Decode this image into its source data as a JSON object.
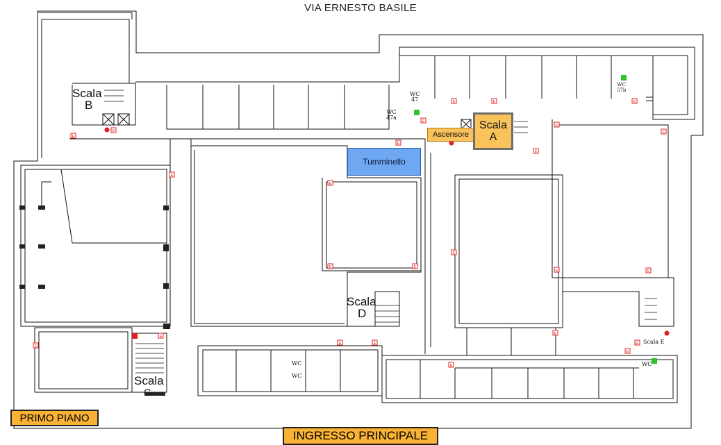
{
  "street_label": "VIA ERNESTO BASILE",
  "floor_label": "PRIMO PIANO",
  "entrance_label": "INGRESSO PRINCIPALE",
  "highlighted_room": "Tumminello",
  "elevator_label": "Ascensore",
  "stairs": {
    "a": {
      "word": "Scala",
      "letter": "A"
    },
    "b": {
      "word": "Scala",
      "letter": "B"
    },
    "c": {
      "word": "Scala",
      "letter": "C"
    },
    "d": {
      "word": "Scala",
      "letter": "D"
    },
    "e": "Scala E"
  },
  "restrooms": {
    "wc47": {
      "label": "WC",
      "number": "47"
    },
    "wc47a": {
      "label": "WC",
      "number": "47a"
    },
    "wc57b": {
      "label": "WC",
      "number": "57b"
    },
    "wc_south_1": "WC",
    "wc_south_2": "WC",
    "wc_east": "WC"
  },
  "exit_marker_text": "E",
  "colors": {
    "highlight_room": "#6fa8f2",
    "highlight_orange": "#f9c25a",
    "label_tag": "#f9b233",
    "exit_marker": "#e02020",
    "first_aid_marker": "#2ec22e",
    "walls": "#111111"
  }
}
